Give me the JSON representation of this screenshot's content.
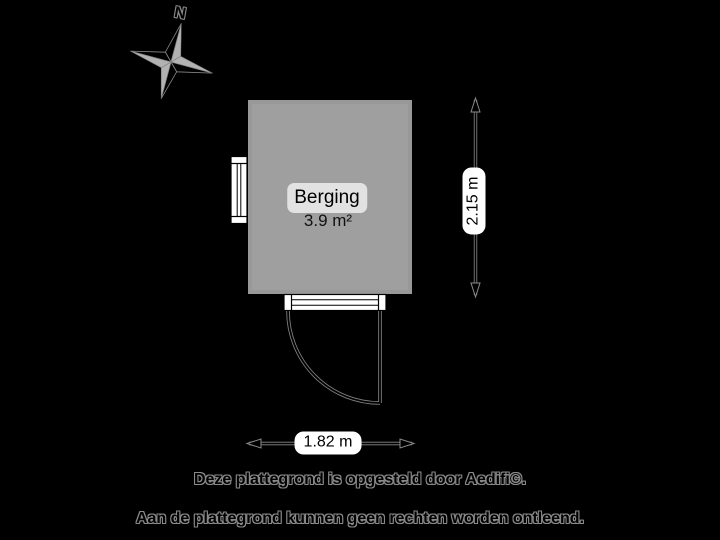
{
  "compass": {
    "north_label": "N"
  },
  "floorplan": {
    "room": {
      "name": "Berging",
      "area": "3.9 m²"
    },
    "dimensions": {
      "height_label": "2.15 m",
      "width_label": "1.82 m"
    }
  },
  "footer": {
    "line1": "Deze plattegrond is opgesteld door Aedifi©.",
    "line2": "Aan de plattegrond kunnen geen rechten worden ontleend."
  },
  "colors": {
    "background": "#000000",
    "wall": "#000000",
    "floor": "#9f9f9f",
    "room_label_bg": "#e2e2e2",
    "dim_label_bg": "#ffffff",
    "line_halo": "#8a8a8a",
    "compass_light": "#b2b2b2",
    "symbol_white": "#ffffff"
  }
}
